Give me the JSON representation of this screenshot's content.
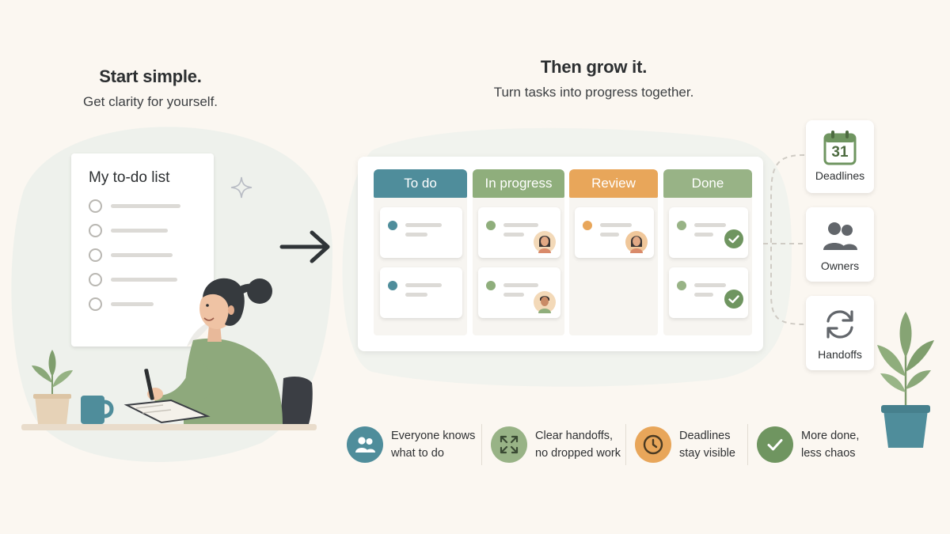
{
  "left": {
    "title": "Start simple.",
    "subtitle": "Get clarity for yourself.",
    "todo_title": "My to-do list"
  },
  "right": {
    "title": "Then grow it.",
    "subtitle": "Turn tasks into progress together."
  },
  "board": {
    "columns": [
      {
        "label": "To do",
        "color": "#4f8d9b"
      },
      {
        "label": "In progress",
        "color": "#8fae7c"
      },
      {
        "label": "Review",
        "color": "#e8a65a"
      },
      {
        "label": "Done",
        "color": "#98b386"
      }
    ]
  },
  "features": [
    {
      "label": "Deadlines",
      "icon": "calendar-icon",
      "calendar_day": "31"
    },
    {
      "label": "Owners",
      "icon": "people-icon"
    },
    {
      "label": "Handoffs",
      "icon": "refresh-icon"
    }
  ],
  "benefits": [
    {
      "text": "Everyone knows\nwhat to do",
      "icon": "people-icon",
      "color": "#4f8d9b"
    },
    {
      "text": "Clear handoffs,\nno dropped work",
      "icon": "expand-arrows-icon",
      "color": "#98b386"
    },
    {
      "text": "Deadlines\nstay visible",
      "icon": "clock-icon",
      "color": "#e8a65a"
    },
    {
      "text": "More done,\nless chaos",
      "icon": "check-icon",
      "color": "#6f9560"
    }
  ]
}
